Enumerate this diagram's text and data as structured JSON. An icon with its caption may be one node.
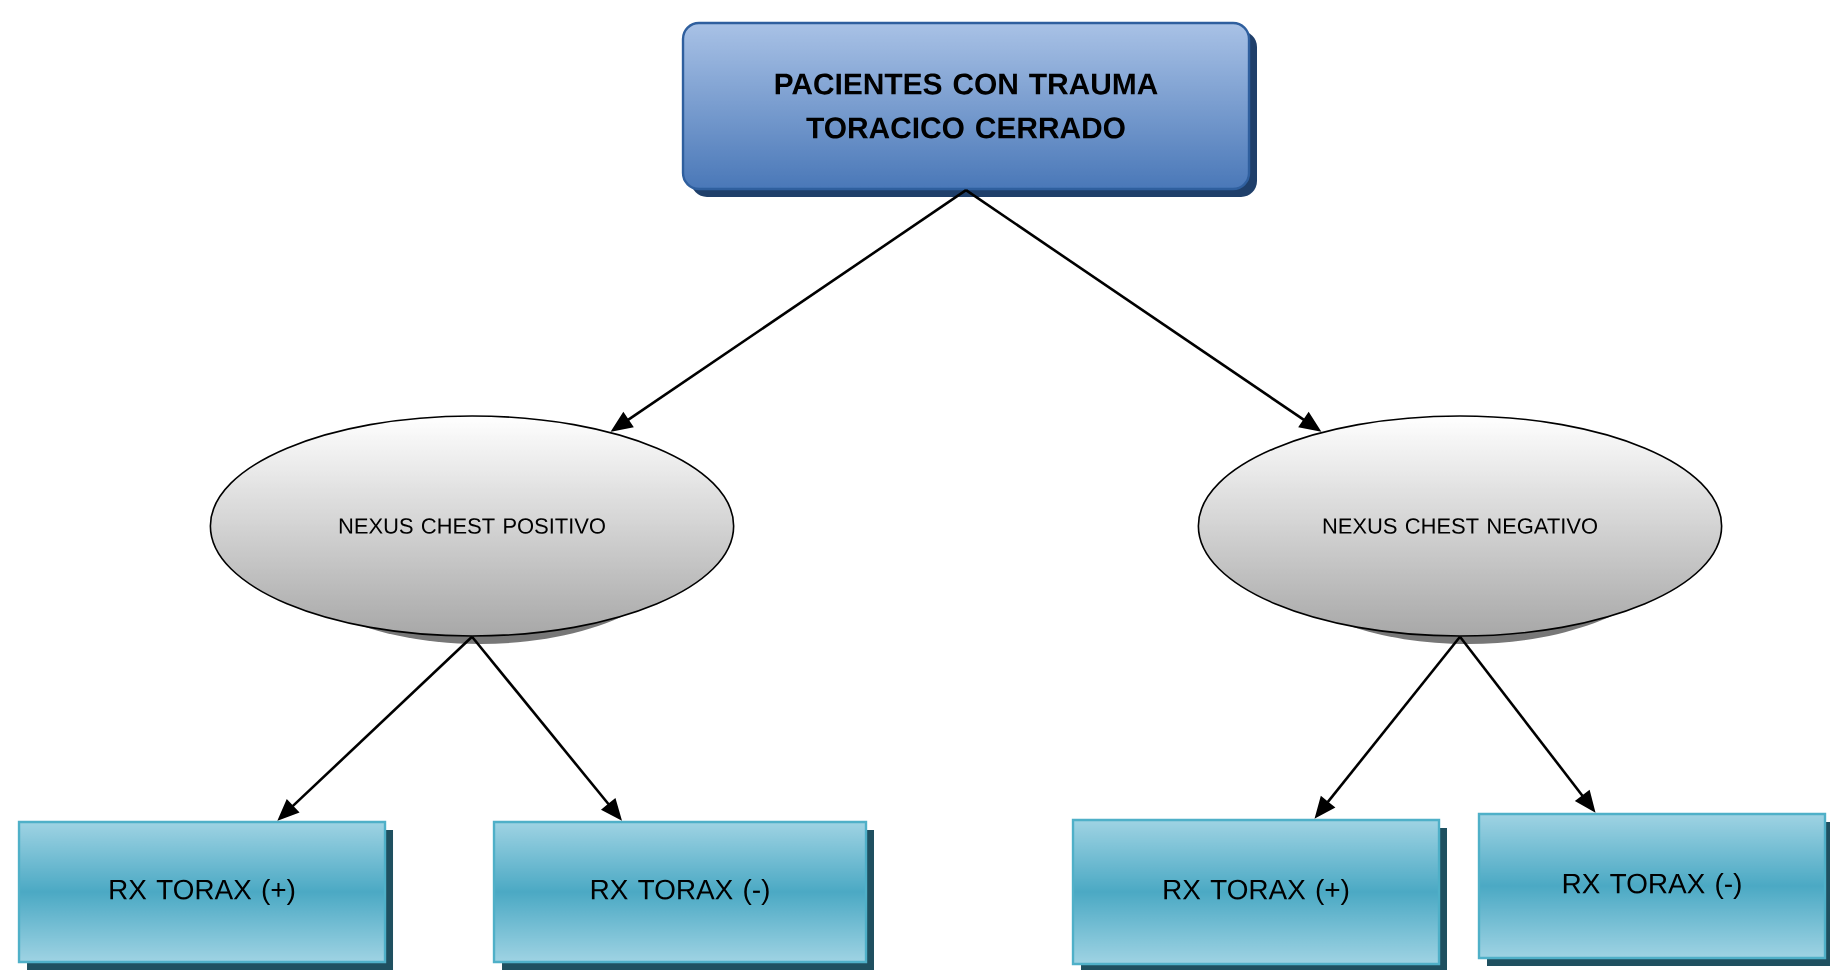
{
  "diagram": {
    "nodes": [
      {
        "text": [
          "PACIENTES CON TRAUMA TORACICO CERRADO"
        ]
      },
      {
        "text": [
          "NEXUS CHEST POSITIVO"
        ]
      },
      {
        "text": [
          "NEXUS CHEST NEGATIVO"
        ]
      },
      {
        "text": [
          "RX TORAX (+)"
        ]
      },
      {
        "text": [
          "RX TORAX (-)"
        ]
      },
      {
        "text": [
          "RX TORAX (+)"
        ]
      },
      {
        "text": [
          "RX TORAX (-)"
        ]
      }
    ],
    "edges": [
      {
        "from": 0,
        "to": 1,
        "arrow": "to"
      },
      {
        "from": 0,
        "to": 2,
        "arrow": "to"
      },
      {
        "from": 1,
        "to": 3,
        "arrow": "to"
      },
      {
        "from": 1,
        "to": 4,
        "arrow": "to"
      },
      {
        "from": 2,
        "to": 5,
        "arrow": "to"
      },
      {
        "from": 2,
        "to": 6,
        "arrow": "to"
      }
    ]
  }
}
